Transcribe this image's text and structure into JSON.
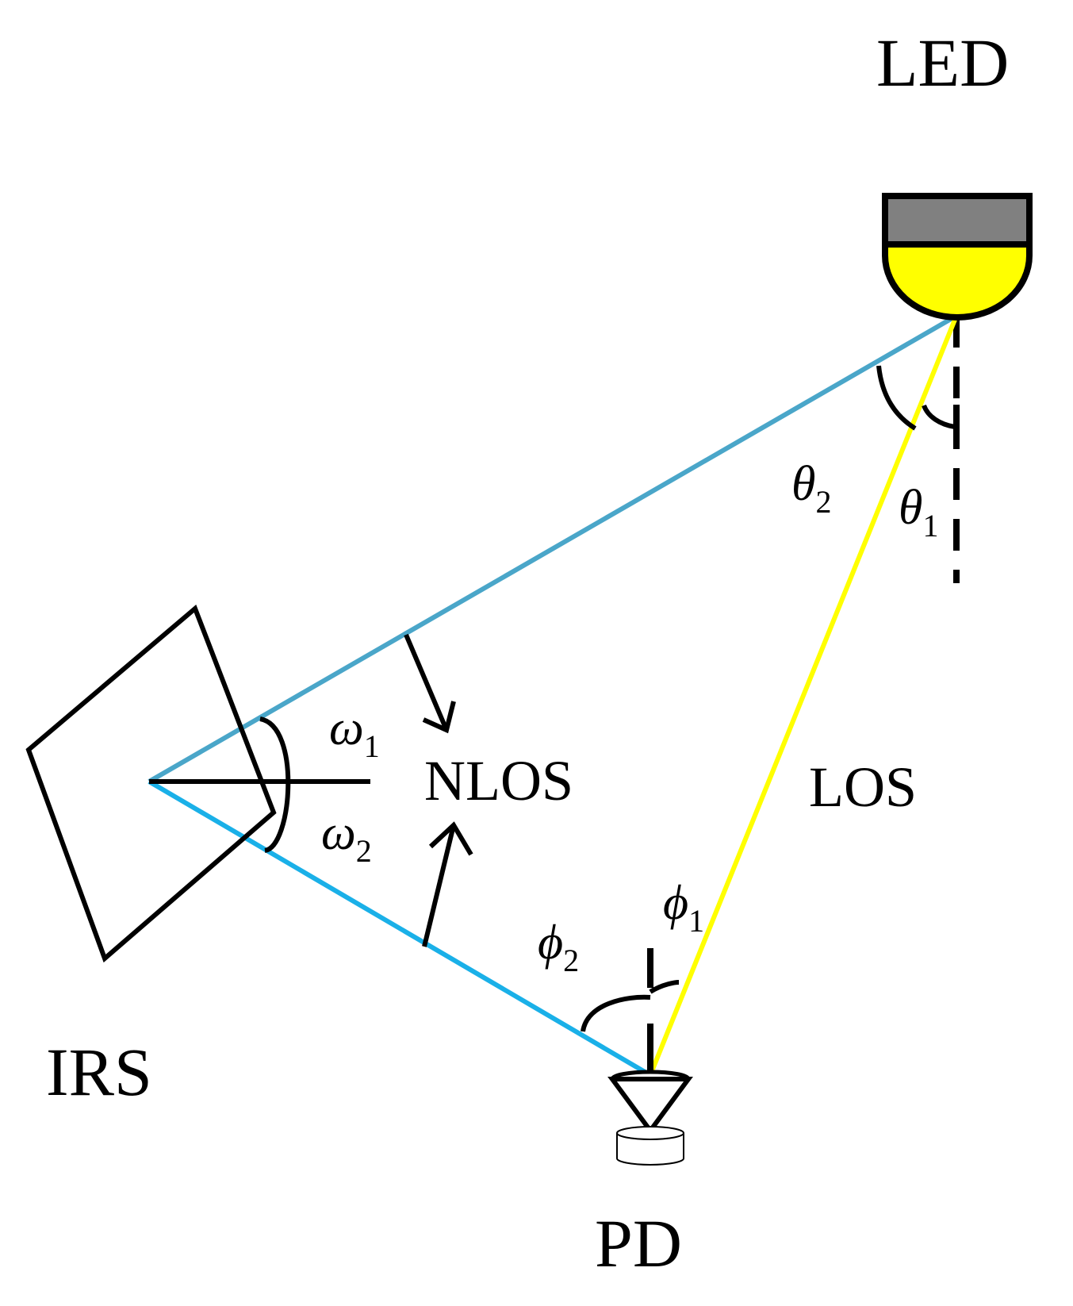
{
  "labels": {
    "led": "LED",
    "irs": "IRS",
    "pd": "PD",
    "los": "LOS",
    "nlos": "NLOS"
  },
  "angles": {
    "theta1": {
      "symbol": "θ",
      "sub": "1"
    },
    "theta2": {
      "symbol": "θ",
      "sub": "2"
    },
    "omega1": {
      "symbol": "ω",
      "sub": "1"
    },
    "omega2": {
      "symbol": "ω",
      "sub": "2"
    },
    "phi1": {
      "symbol": "ϕ",
      "sub": "1"
    },
    "phi2": {
      "symbol": "ϕ",
      "sub": "2"
    }
  },
  "colors": {
    "los_line": "#ffff00",
    "nlos_led_irs": "#4aa6c9",
    "nlos_irs_pd": "#1ab0e8",
    "led_cap": "#808080",
    "led_dome": "#ffff00",
    "stroke": "#000000"
  }
}
